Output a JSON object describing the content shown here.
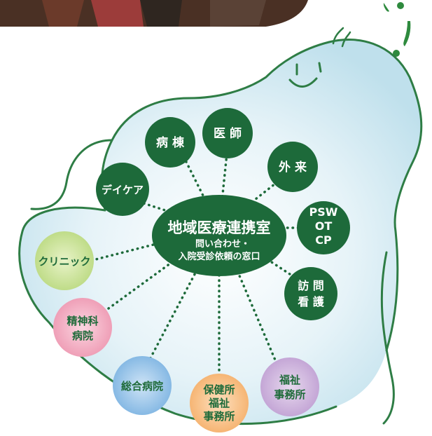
{
  "center": {
    "title": "地域医療連携室",
    "sub_line1": "問い合わせ・",
    "sub_line2": "入院受診依頼の窓口"
  },
  "nodes": {
    "byoto": "病 棟",
    "ishi": "医 師",
    "gairai": "外 来",
    "daycare": "デイケア",
    "psw_line1": "PSW",
    "psw_line2": "OT",
    "psw_line3": "CP",
    "homon_line1": "訪 問",
    "homon_line2": "看 護",
    "clinic": "クリニック",
    "seishin_line1": "精神科",
    "seishin_line2": "病院",
    "sogo": "総合病院",
    "hoken_line1": "保健所",
    "hoken_line2": "福祉",
    "hoken_line3": "事務所",
    "fukushi_line1": "福祉",
    "fukushi_line2": "事務所"
  },
  "colors": {
    "dark_green": "#1d6a3a",
    "text_white": "#ffffff",
    "text_green": "#1f6b3a",
    "blob_outline": "#2e7d45",
    "blob_fill_inner": "#ffffff",
    "blob_fill_outer": "#bfe0ec",
    "clinic_fill": "#cfe6a0",
    "seishin_fill": "#f4b6c8",
    "sogo_fill": "#9cc8ea",
    "hoken_fill": "#f8c896",
    "fukushi_fill": "#d2b8e0"
  }
}
